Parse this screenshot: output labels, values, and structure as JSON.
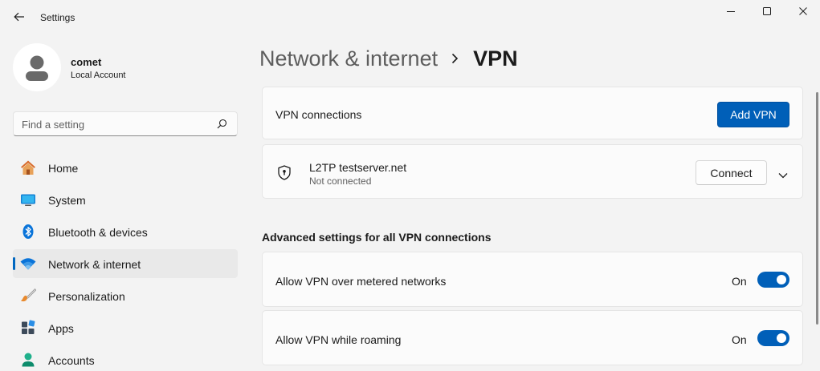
{
  "window": {
    "title": "Settings",
    "back_icon": "back-arrow-icon",
    "controls": [
      "minimize-icon",
      "maximize-icon",
      "close-icon"
    ]
  },
  "profile": {
    "name": "comet",
    "account_type": "Local Account",
    "icon": "user-avatar-icon"
  },
  "search": {
    "placeholder": "Find a setting",
    "value": "",
    "icon": "search-icon"
  },
  "nav": {
    "items": [
      {
        "label": "Home",
        "icon": "home-icon",
        "selected": false
      },
      {
        "label": "System",
        "icon": "monitor-icon",
        "selected": false
      },
      {
        "label": "Bluetooth & devices",
        "icon": "bluetooth-icon",
        "selected": false
      },
      {
        "label": "Network & internet",
        "icon": "wifi-icon",
        "selected": true
      },
      {
        "label": "Personalization",
        "icon": "paintbrush-icon",
        "selected": false
      },
      {
        "label": "Apps",
        "icon": "apps-icon",
        "selected": false
      },
      {
        "label": "Accounts",
        "icon": "accounts-icon",
        "selected": false
      }
    ]
  },
  "breadcrumb": {
    "parent": "Network & internet",
    "separator_icon": "chevron-right-icon",
    "current": "VPN"
  },
  "vpn_connections": {
    "label": "VPN connections",
    "add_button": "Add VPN"
  },
  "connection": {
    "name": "L2TP testserver.net",
    "status": "Not connected",
    "icon": "vpn-shield-icon",
    "connect_button": "Connect",
    "expand_icon": "chevron-down-icon"
  },
  "advanced": {
    "heading": "Advanced settings for all VPN connections",
    "settings": [
      {
        "label": "Allow VPN over metered networks",
        "state": "On",
        "on": true
      },
      {
        "label": "Allow VPN while roaming",
        "state": "On",
        "on": true
      }
    ]
  },
  "colors": {
    "accent": "#005fb8",
    "selection_indicator": "#0067c0",
    "background": "#f3f3f3",
    "card": "#fbfbfb"
  }
}
